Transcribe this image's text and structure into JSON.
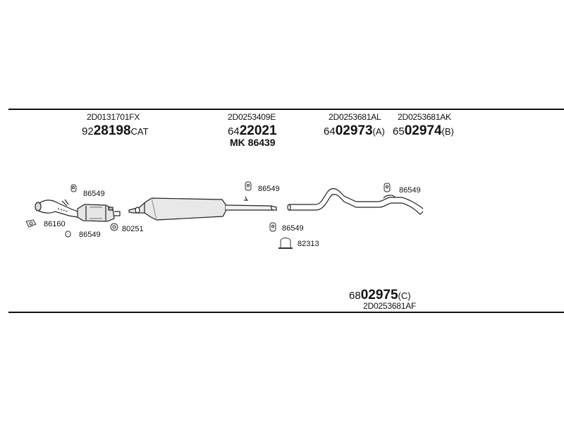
{
  "header_parts": [
    {
      "code": "2D0131701FX",
      "prefix": "92",
      "number": "28198",
      "suffix": "CAT"
    },
    {
      "code": "2D0253409E",
      "prefix": "64",
      "number": "22021",
      "suffix": ""
    },
    {
      "code": "2D0253681AL",
      "prefix": "64",
      "number": "02973",
      "suffix": "(A)"
    },
    {
      "code": "2D0253681AK",
      "prefix": "65",
      "number": "02974",
      "suffix": "(B)"
    }
  ],
  "mounting_kit": "MK 86439",
  "refs": {
    "r1": "86549",
    "r2": "86160",
    "r3": "86549",
    "r4": "80251",
    "r5": "86549",
    "r6": "86549",
    "r7": "82313",
    "r8": "86549"
  },
  "footer_part": {
    "prefix": "68",
    "number": "02975",
    "suffix": "(C)",
    "code": "2D0253681AF"
  }
}
